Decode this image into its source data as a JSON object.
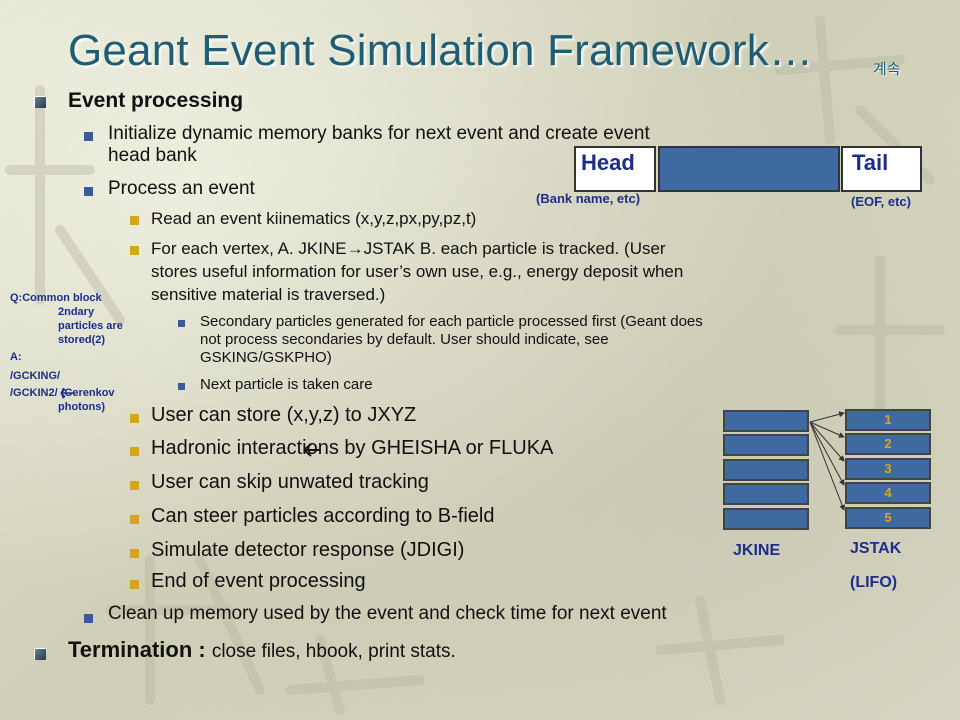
{
  "title": "Geant Event Simulation Framework…",
  "title_suffix": "계속",
  "colors": {
    "title": "#1e5e74",
    "accent_blue": "#3f6a9f",
    "label_blue": "#1d2d8c",
    "gold": "#d9a520"
  },
  "content": {
    "event_processing": "Event processing",
    "init_line1": "Initialize dynamic memory banks for next event and create event",
    "init_line2": "head bank",
    "process_event": "Process an event",
    "read_kinematics": "Read an event kiinematics (x,y,z,px,py,pz,t)",
    "vertex_line1": "For each vertex, A. JKINE→JSTAK B. each particle is tracked. (User",
    "vertex_line2": "stores useful information for user’s own use, e.g., energy deposit when",
    "vertex_line3": "sensitive material is traversed.)",
    "secondary_line1": "Secondary particles generated for each particle processed first (Geant does",
    "secondary_line2": "not process secondaries by default. User should indicate, see",
    "secondary_line3": "GSKING/GSKPHO)",
    "next_particle": "Next particle is taken care",
    "store_xyz": "User can store (x,y,z) to JXYZ",
    "hadronic": "Hadronic interactions  by GHEISHA or FLUKA",
    "skip": "User can skip unwated tracking",
    "steer": "Can steer particles according to B-field",
    "simulate": "Simulate detector response (JDIGI)",
    "end_event": "End of event processing",
    "cleanup": "Clean up memory used by the event and check time for next event",
    "termination_label": "Termination : ",
    "termination_text": "close files, hbook, print stats."
  },
  "side_note": {
    "q_line1": "Q:Common block",
    "q_line2": "2ndary",
    "q_line3": "particles are",
    "q_line4": "stored(2)",
    "a_label": "A:",
    "gcking": "/GCKING/",
    "gckin2": "/GCKIN2/  (Cerenkov",
    "photons": "photons)"
  },
  "bank_diagram": {
    "head": "Head",
    "tail": "Tail",
    "head_note": "(Bank name, etc)",
    "tail_note": "(EOF, etc)"
  },
  "stack_diagram": {
    "jkine_label": "JKINE",
    "jstak_label": "JSTAK",
    "lifo_label": "(LIFO)",
    "jstak_numbers": [
      "1",
      "2",
      "3",
      "4",
      "5"
    ]
  }
}
